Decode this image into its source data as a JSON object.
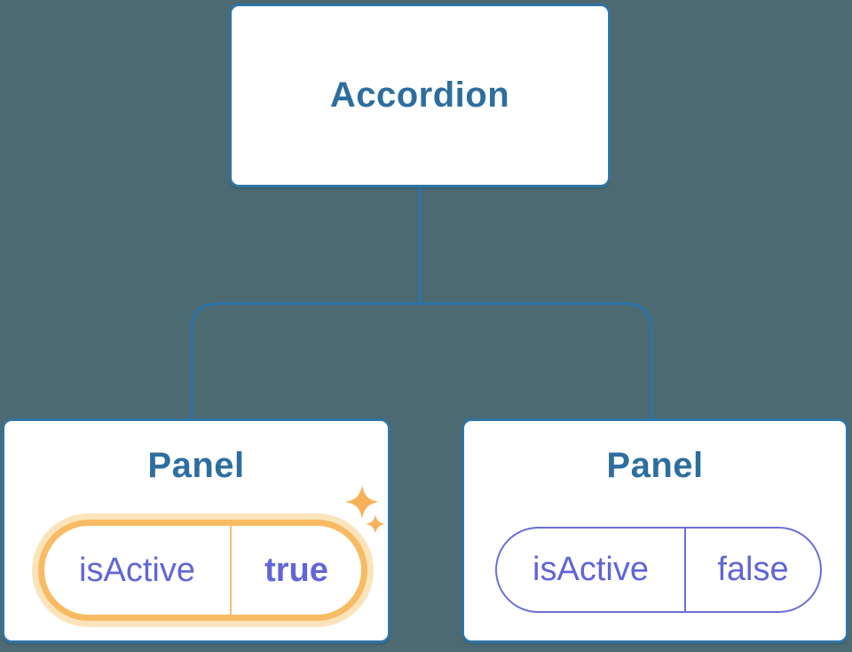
{
  "diagram": {
    "description": "React component tree showing an Accordion parent with two Panel children holding isActive state",
    "root": {
      "label": "Accordion"
    },
    "children": [
      {
        "title": "Panel",
        "state_name": "isActive",
        "state_value": "true",
        "highlighted": true
      },
      {
        "title": "Panel",
        "state_name": "isActive",
        "state_value": "false",
        "highlighted": false
      }
    ]
  },
  "colors": {
    "background": "#4D6971",
    "node_background": "#FFFFFF",
    "node_border": "#3174A4",
    "connector_line": "#2E73A3",
    "heading_text": "#2E6E9E",
    "state_text": "#6165D6",
    "state_pill_border_inactive": "#6B6FD8",
    "highlight_ring": "#F8BB63",
    "highlight_glow": "#FBE4BC",
    "highlight_divider": "#F6BE74",
    "sparkle": "#F7B158"
  }
}
